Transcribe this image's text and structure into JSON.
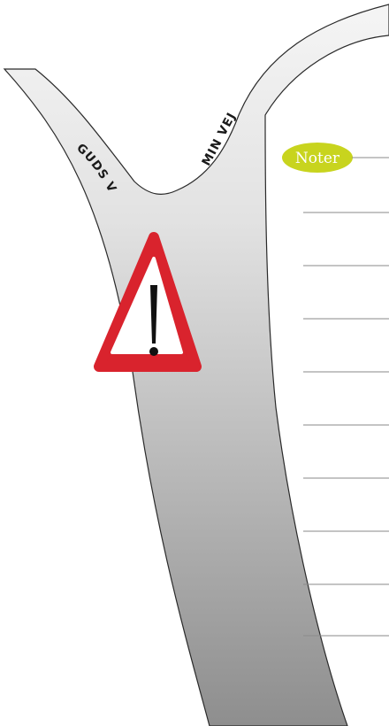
{
  "notes": {
    "tag_label": "Noter",
    "tag_color": "#c8d41e",
    "line_count": 10
  },
  "roads": {
    "left_label": "GUDS VEJ",
    "right_label": "MIN VEJ",
    "fill_top": "#f4f4f4",
    "fill_bottom": "#8e8e8e"
  },
  "warning_sign": {
    "icon": "warning-triangle-icon",
    "symbol": "!",
    "border_color": "#d9232d"
  }
}
